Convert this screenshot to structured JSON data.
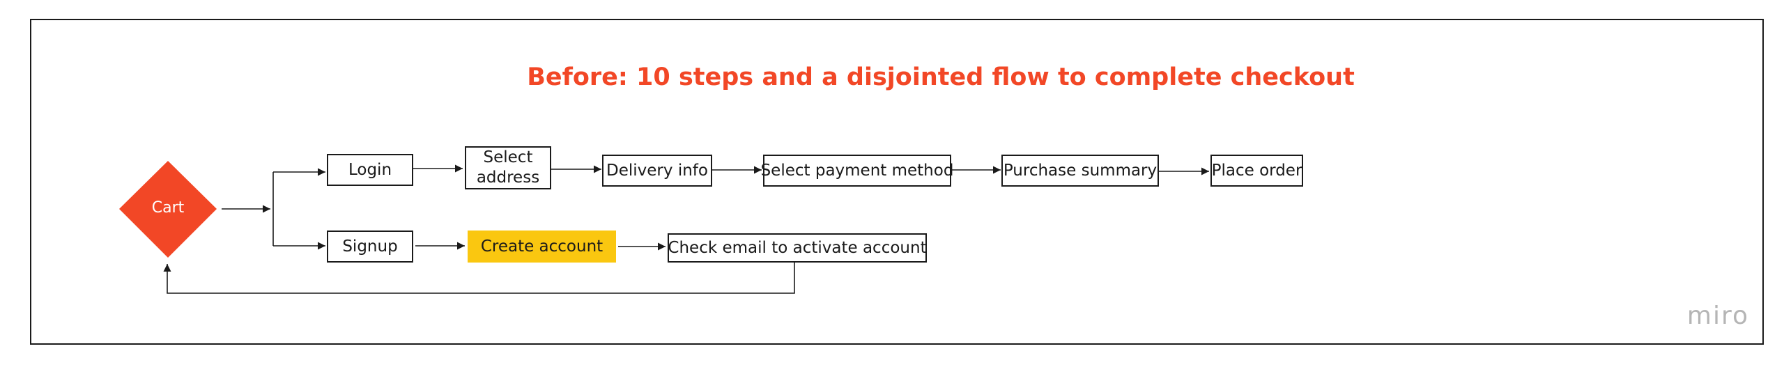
{
  "title": "Before: 10 steps and a disjointed flow to complete checkout",
  "nodes": {
    "cart": "Cart",
    "login": "Login",
    "select_address": "Select address",
    "delivery_info": "Delivery info",
    "select_payment": "Select payment method",
    "purchase_summary": "Purchase summary",
    "place_order": "Place order",
    "signup": "Signup",
    "create_account": "Create account",
    "check_email": "Check email to activate account"
  },
  "watermark": "miro",
  "colors": {
    "title": "#f24726",
    "cart_diamond": "#f24726",
    "highlight": "#fac710",
    "watermark": "#b5b5b5"
  }
}
